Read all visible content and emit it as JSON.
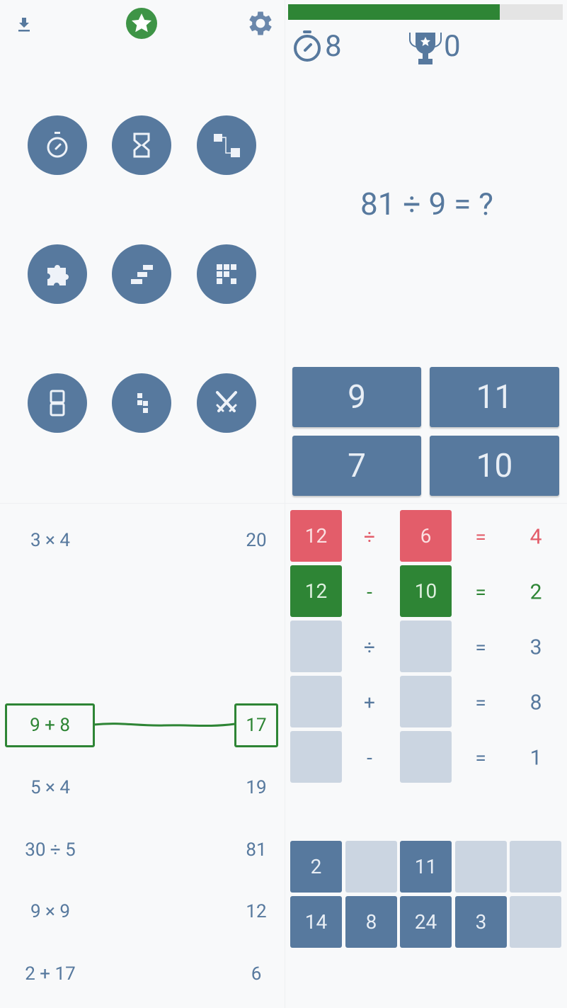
{
  "colors": {
    "primary": "#57799e",
    "green": "#2e8535",
    "red": "#e35d6a",
    "empty": "#cbd5e1"
  },
  "header": {
    "icons": [
      "download-icon",
      "star-badge-icon",
      "gear-icon"
    ]
  },
  "progress": {
    "fraction": 0.77
  },
  "stats": {
    "timer": "8",
    "trophies": "0"
  },
  "menu": {
    "modes": [
      "stopwatch-icon",
      "hourglass-icon",
      "flow-icon",
      "puzzle-icon",
      "stairs-icon",
      "grid-icon",
      "seven-segment-icon",
      "dots-icon",
      "swords-icon"
    ]
  },
  "quiz": {
    "question": "81 ÷ 9 = ?",
    "answers": [
      "9",
      "11",
      "7",
      "10"
    ]
  },
  "matching": {
    "left": [
      "3 × 4",
      "9 + 8",
      "5 × 4",
      "30 ÷ 5",
      "9 × 9",
      "2 + 17"
    ],
    "right": [
      "20",
      "17",
      "19",
      "81",
      "12",
      "6"
    ],
    "selected_index": 1
  },
  "equations": [
    {
      "a": "12",
      "op": "÷",
      "b": "6",
      "eq": "=",
      "result": "4",
      "state": "red"
    },
    {
      "a": "12",
      "op": "-",
      "b": "10",
      "eq": "=",
      "result": "2",
      "state": "green"
    },
    {
      "a": "",
      "op": "÷",
      "b": "",
      "eq": "=",
      "result": "3",
      "state": "empty"
    },
    {
      "a": "",
      "op": "+",
      "b": "",
      "eq": "=",
      "result": "8",
      "state": "empty"
    },
    {
      "a": "",
      "op": "-",
      "b": "",
      "eq": "=",
      "result": "1",
      "state": "empty"
    }
  ],
  "tiles": [
    [
      "2",
      "",
      "11",
      "",
      ""
    ],
    [
      "14",
      "8",
      "24",
      "3",
      ""
    ]
  ]
}
